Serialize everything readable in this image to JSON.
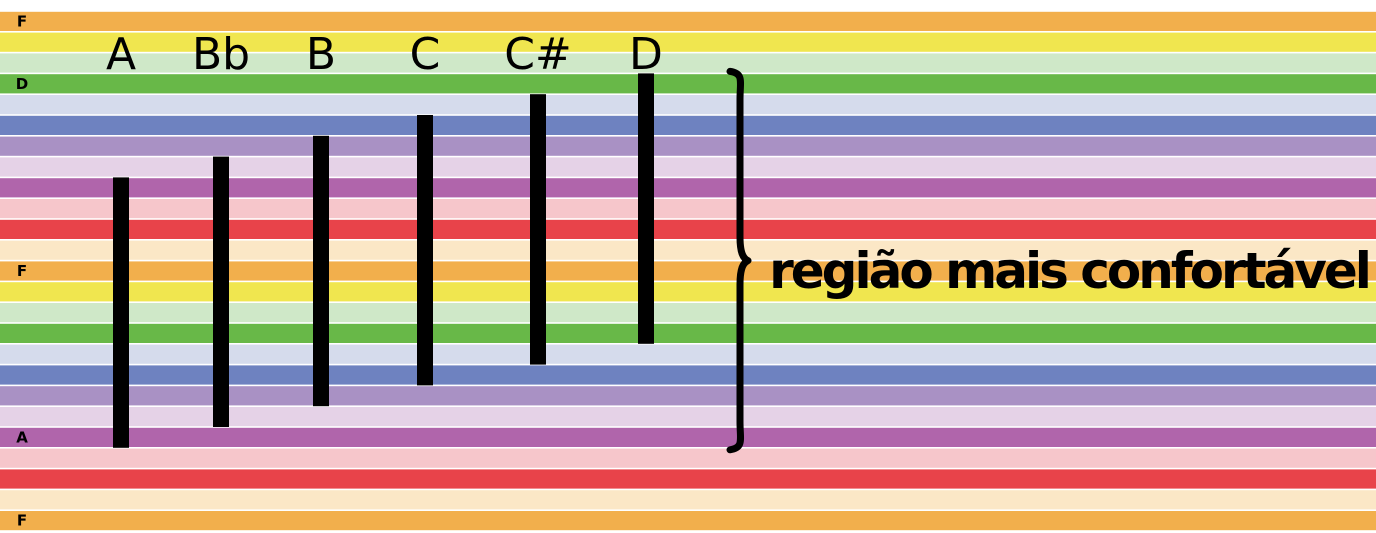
{
  "stripe_colors": [
    "#f2af4c",
    "#f0e64f",
    "#cfe8c8",
    "#68b848",
    "#d5dbec",
    "#6e82c0",
    "#a991c4",
    "#e5d2e7",
    "#b065ab",
    "#f6c6cb",
    "#e8434a",
    "#fbe7c6",
    "#f2af4c",
    "#f0e64f",
    "#cfe8c8",
    "#68b848",
    "#d5dbec",
    "#6e82c0",
    "#a991c4",
    "#e5d2e7",
    "#b065ab",
    "#f6c6cb",
    "#e8434a",
    "#fbe7c6",
    "#f2af4c"
  ],
  "row_labels": [
    {
      "text": "F",
      "row": 0
    },
    {
      "text": "D",
      "row": 3
    },
    {
      "text": "F",
      "row": 12
    },
    {
      "text": "A",
      "row": 20
    },
    {
      "text": "F",
      "row": 24
    }
  ],
  "voices": [
    {
      "label": "A",
      "top_row": 8,
      "bottom_row": 20
    },
    {
      "label": "Bb",
      "top_row": 7,
      "bottom_row": 19
    },
    {
      "label": "B",
      "top_row": 6,
      "bottom_row": 18
    },
    {
      "label": "C",
      "top_row": 5,
      "bottom_row": 17
    },
    {
      "label": "C#",
      "top_row": 4,
      "bottom_row": 16
    },
    {
      "label": "D",
      "top_row": 3,
      "bottom_row": 15
    }
  ],
  "brace_span": {
    "top_row": 3,
    "bottom_row": 20
  },
  "annotation": "região mais confortável"
}
